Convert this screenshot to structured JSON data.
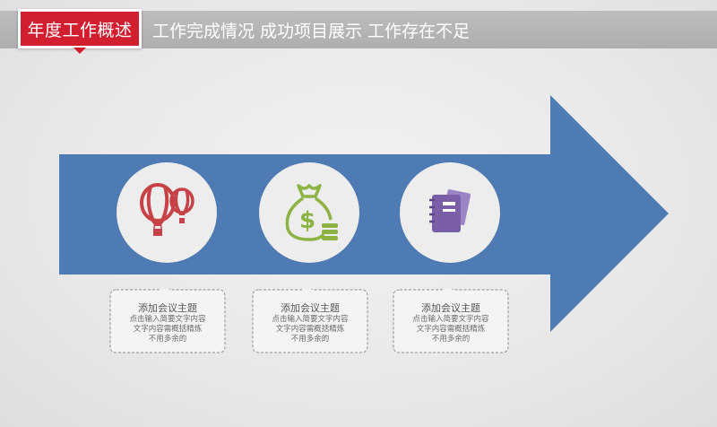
{
  "header": {
    "badge_title": "年度工作概述",
    "nav_items": [
      "工作完成情况",
      "成功项目展示",
      "工作存在不足"
    ]
  },
  "colors": {
    "header_bar": "#b3b3b3",
    "badge_red": "#d21f2f",
    "arrow_blue": "#4f7bb5",
    "balloon_red": "#c64247",
    "money_green": "#8db344",
    "notebook_purple": "#7b5ea8"
  },
  "steps": [
    {
      "icon": "hot-air-balloons-icon",
      "title": "添加会议主题",
      "body_lines": [
        "点击输入简要文字内容",
        "文字内容需概括精炼",
        "不用多余的"
      ]
    },
    {
      "icon": "money-bag-icon",
      "title": "添加会议主题",
      "body_lines": [
        "点击输入简要文字内容",
        "文字内容需概括精炼",
        "不用多余的"
      ]
    },
    {
      "icon": "notebook-icon",
      "title": "添加会议主题",
      "body_lines": [
        "点击输入简要文字内容",
        "文字内容需概括精炼",
        "不用多余的"
      ]
    }
  ]
}
